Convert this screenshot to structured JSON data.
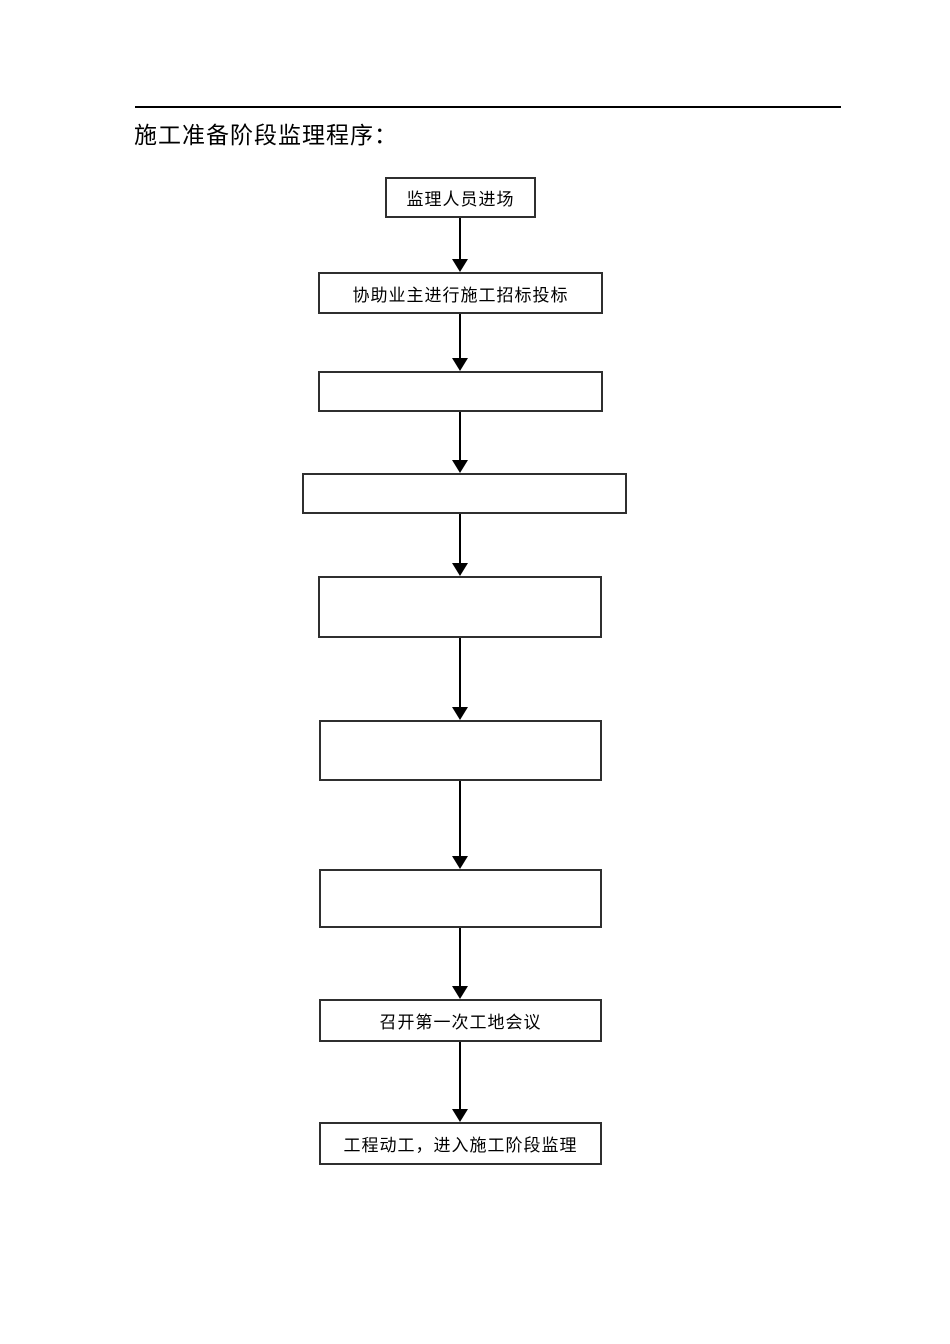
{
  "page": {
    "title": "施工准备阶段监理程序："
  },
  "flowchart": {
    "steps": [
      {
        "label": "监理人员进场"
      },
      {
        "label": "协助业主进行施工招标投标"
      },
      {
        "label": ""
      },
      {
        "label": ""
      },
      {
        "label": ""
      },
      {
        "label": ""
      },
      {
        "label": ""
      },
      {
        "label": "召开第一次工地会议"
      },
      {
        "label": "工程动工，进入施工阶段监理"
      }
    ]
  },
  "colors": {
    "background": "#ffffff",
    "text": "#000000",
    "box_border": "#2f2f2f",
    "line": "#000000"
  }
}
